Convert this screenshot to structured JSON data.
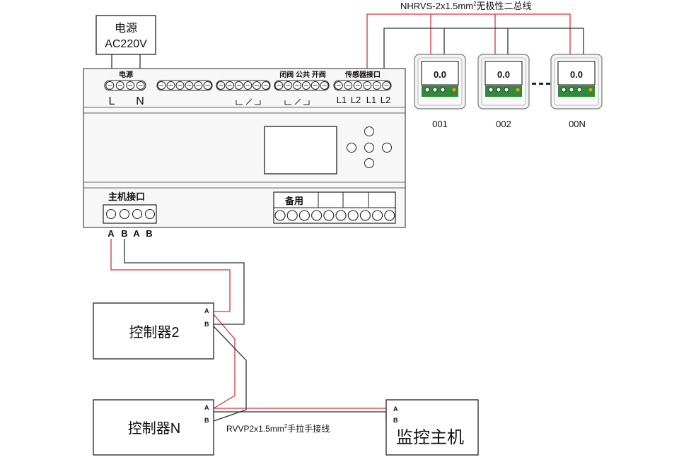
{
  "power_box": {
    "title": "电源",
    "voltage": "AC220V"
  },
  "bus_cable": {
    "label": "NHRVS-2x1.5mm",
    "sup": "2",
    "suffix": "无极性二总线"
  },
  "module": {
    "sections": {
      "power": "电源",
      "valve": "闭阀 公共 开阀",
      "sensor": "传感器接口"
    },
    "power_terms": [
      "L",
      "N"
    ],
    "sensor_terms": [
      "L1",
      "L2",
      "L1",
      "L2"
    ],
    "host_port": {
      "label": "主机接口",
      "pins": [
        "A",
        "B",
        "A",
        "B"
      ]
    },
    "spare": {
      "label": "备用"
    }
  },
  "sensors": [
    {
      "id": "001",
      "display": "0.0"
    },
    {
      "id": "002",
      "display": "0.0"
    },
    {
      "id": "00N",
      "display": "0.0"
    }
  ],
  "controllers": [
    {
      "label": "控制器2",
      "pins": [
        "A",
        "B"
      ]
    },
    {
      "label": "控制器N",
      "pins": [
        "A",
        "B"
      ]
    }
  ],
  "host": {
    "label": "监控主机",
    "pins": [
      "A",
      "B"
    ]
  },
  "rs_cable": {
    "label": "RVVP2x1.5mm",
    "sup": "2",
    "suffix": "手拉手接线"
  },
  "colors": {
    "wire_red": "#d6333a",
    "wire_dark": "#333333",
    "sensor_green": "#2f8a3a",
    "device_fill": "#f4f4f4"
  }
}
